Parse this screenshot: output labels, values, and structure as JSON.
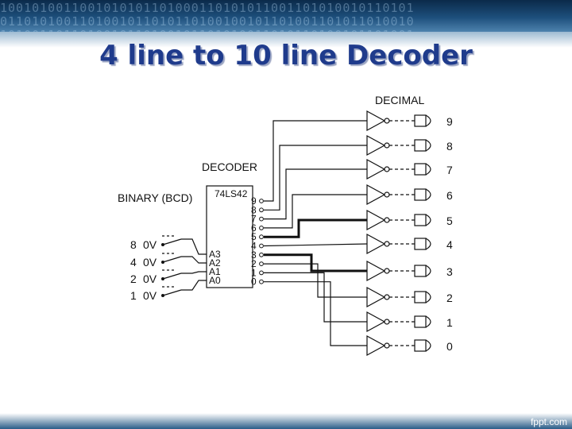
{
  "title": "4 line to 10 line Decoder",
  "labels": {
    "decimal": "DECIMAL",
    "decoder": "DECODER",
    "binary": "BINARY (BCD)",
    "chip": "74LS42"
  },
  "inputs": [
    {
      "weight": "8",
      "state": "0V",
      "pin": "A3"
    },
    {
      "weight": "4",
      "state": "0V",
      "pin": "A2"
    },
    {
      "weight": "2",
      "state": "0V",
      "pin": "A1"
    },
    {
      "weight": "1",
      "state": "0V",
      "pin": "A0"
    }
  ],
  "output_pins": [
    "9",
    "8",
    "7",
    "6",
    "5",
    "4",
    "3",
    "2",
    "1",
    "0"
  ],
  "outputs": [
    "9",
    "8",
    "7",
    "6",
    "5",
    "4",
    "3",
    "2",
    "1",
    "0"
  ],
  "footer": "fppt.com",
  "colors": {
    "title": "#1f3b8c",
    "header": "#1d4f7c"
  }
}
